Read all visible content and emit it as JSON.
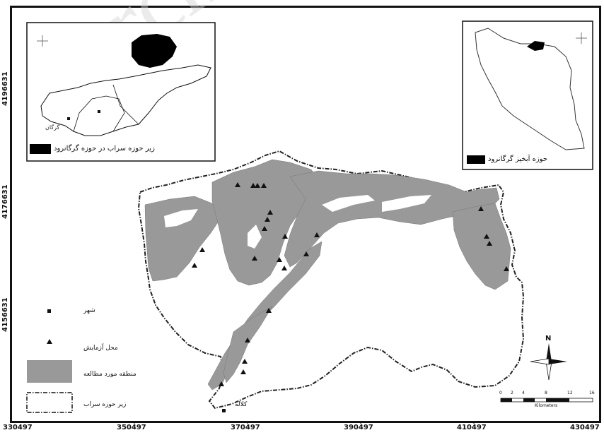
{
  "map": {
    "x_ticks": [
      "330497",
      "350497",
      "370497",
      "390497",
      "410497",
      "430497"
    ],
    "y_ticks": [
      "4196631",
      "4176631",
      "4156631"
    ],
    "watermark": "Archive"
  },
  "legend": {
    "city": "شهر",
    "test_site": "محل آزمایش",
    "study_area": "منطقه مورد مطالعه",
    "subbasin": "زیر حوزه سراب"
  },
  "inset_left": {
    "caption": "زیر حوزه سراب در حوزه گرگانرود",
    "city_label": "گرگان"
  },
  "inset_right": {
    "caption": "حوزه آبخیز گرگانرود"
  },
  "main": {
    "city_label": "کلاله",
    "north": "N",
    "scale_ticks": [
      "0",
      "2",
      "4",
      "8",
      "12",
      "16"
    ],
    "scale_unit": "Kilometers"
  },
  "colors": {
    "study_area": "#999999",
    "inset_fill": "#000000"
  },
  "icons": [
    "north-arrow-icon",
    "small-north-arrow-icon"
  ]
}
